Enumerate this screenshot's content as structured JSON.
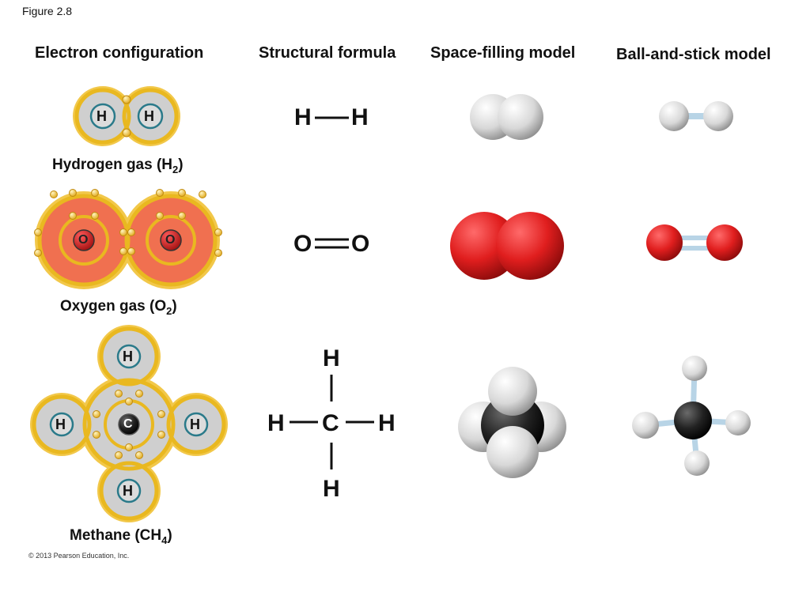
{
  "figure_label": "Figure 2.8",
  "columns": {
    "electron": "Electron configuration",
    "structural": "Structural formula",
    "space": "Space-filling model",
    "ball": "Ball-and-stick model"
  },
  "molecules": {
    "h2": {
      "name_prefix": "Hydrogen gas (H",
      "name_sub": "2",
      "name_suffix": ")",
      "atom_h": "H"
    },
    "o2": {
      "name_prefix": "Oxygen gas (O",
      "name_sub": "2",
      "name_suffix": ")",
      "atom_o": "O"
    },
    "ch4": {
      "name_prefix": "Methane (CH",
      "name_sub": "4",
      "name_suffix": ")",
      "atom_c": "C",
      "atom_h": "H"
    }
  },
  "colors": {
    "shell": "#e9b820",
    "hydrogen": "#d2d2d2",
    "oxygen": "#ee6a4e",
    "nucleus": "#c81e1e",
    "carbon": "#2a2a2a"
  },
  "copyright": "© 2013 Pearson Education, Inc."
}
